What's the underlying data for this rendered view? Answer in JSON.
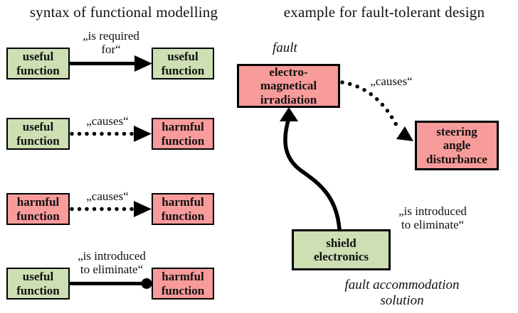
{
  "titles": {
    "left": "syntax of functional modelling",
    "right": "example for fault-tolerant design"
  },
  "colors": {
    "useful_green": "#cddfb3",
    "harmful_red": "#f89b9b",
    "connector_black": "#000000"
  },
  "syntax_rows": [
    {
      "source": {
        "label": "useful\nfunction",
        "type": "useful"
      },
      "relation": "„is required\nfor“",
      "target": {
        "label": "useful\nfunction",
        "type": "useful"
      },
      "connector": "solid-arrow"
    },
    {
      "source": {
        "label": "useful\nfunction",
        "type": "useful"
      },
      "relation": "„causes“",
      "target": {
        "label": "harmful\nfunction",
        "type": "harmful"
      },
      "connector": "dotted-arrow"
    },
    {
      "source": {
        "label": "harmful\nfunction",
        "type": "harmful"
      },
      "relation": "„causes“",
      "target": {
        "label": "harmful\nfunction",
        "type": "harmful"
      },
      "connector": "dotted-arrow"
    },
    {
      "source": {
        "label": "useful\nfunction",
        "type": "useful"
      },
      "relation": "„is introduced\nto eliminate“",
      "target": {
        "label": "harmful\nfunction",
        "type": "harmful"
      },
      "connector": "solid-circle-end"
    }
  ],
  "example": {
    "fault_annotation": "fault",
    "fault_box": "electro-\nmagnetical\nirradiation",
    "causes_label": "„causes“",
    "effect_box": "steering\nangle\ndisturbance",
    "eliminate_label": "„is introduced\nto eliminate“",
    "solution_box": "shield\nelectronics",
    "solution_annotation": "fault accommodation\nsolution"
  }
}
